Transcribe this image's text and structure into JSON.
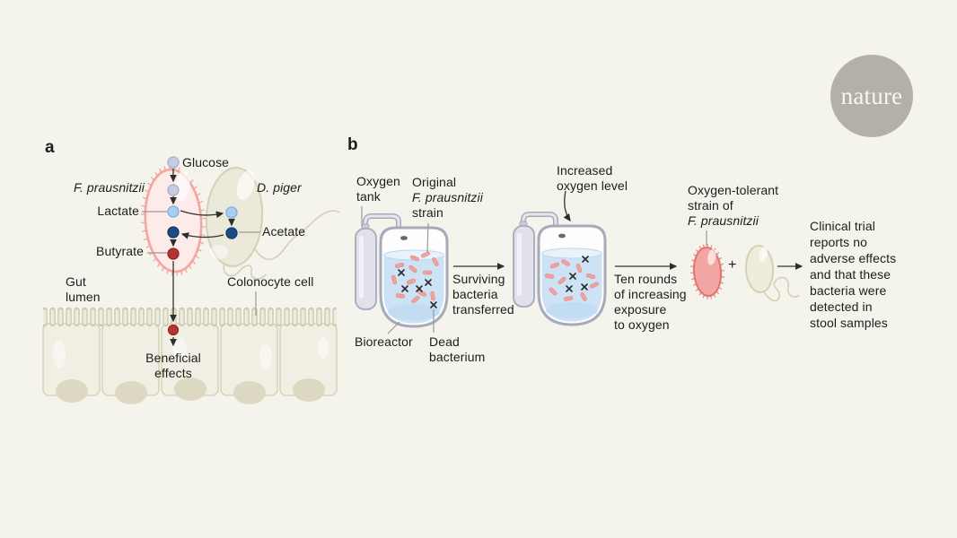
{
  "brand": {
    "name": "nature",
    "circle_color": "#b2b0a9"
  },
  "panel_a": {
    "label": "a",
    "glucose": "Glucose",
    "f_prausnitzii": "F. prausnitzii",
    "lactate": "Lactate",
    "acetate": "Acetate",
    "butyrate": "Butyrate",
    "d_piger": "D. piger",
    "gut_lumen": {
      "line1": "Gut",
      "line2": "lumen"
    },
    "colonocyte": "Colonocyte cell",
    "beneficial": {
      "line1": "Beneficial",
      "line2": "effects"
    }
  },
  "panel_b": {
    "label": "b",
    "oxygen_tank": {
      "line1": "Oxygen",
      "line2": "tank"
    },
    "original_strain": {
      "line1": "Original",
      "line2": "F. prausnitzii",
      "line3": "strain"
    },
    "increased_oxygen": {
      "line1": "Increased",
      "line2": "oxygen level"
    },
    "surviving": {
      "line1": "Surviving",
      "line2": "bacteria",
      "line3": "transferred"
    },
    "bioreactor": "Bioreactor",
    "dead_bacterium": {
      "line1": "Dead",
      "line2": "bacterium"
    },
    "ten_rounds": {
      "line1": "Ten rounds",
      "line2": "of increasing",
      "line3": "exposure",
      "line4": "to oxygen"
    },
    "tolerant": {
      "line1": "Oxygen-tolerant",
      "line2": "strain of",
      "line3": "F. prausnitzii"
    },
    "plus": "+",
    "clinical": {
      "line1": "Clinical trial",
      "line2": "reports no",
      "line3": "adverse effects",
      "line4": "and that these",
      "line5": "bacteria were",
      "line6": "detected in",
      "line7": "stool samples"
    }
  },
  "colors": {
    "background": "#f4f3ec",
    "pink_cell": "#f2a5a2",
    "pink_fill": "#fcebe8",
    "beige_cell": "#d5d1b4",
    "beige_fill": "#ebe9d9",
    "lactate_blue": "#a8cff2",
    "acetate_navy": "#1a4b87",
    "butyrate_red": "#b43530",
    "glucose_gray": "#c9cce0",
    "liquid_blue": "#cde3f5",
    "vessel_gray": "#a6aabb"
  }
}
